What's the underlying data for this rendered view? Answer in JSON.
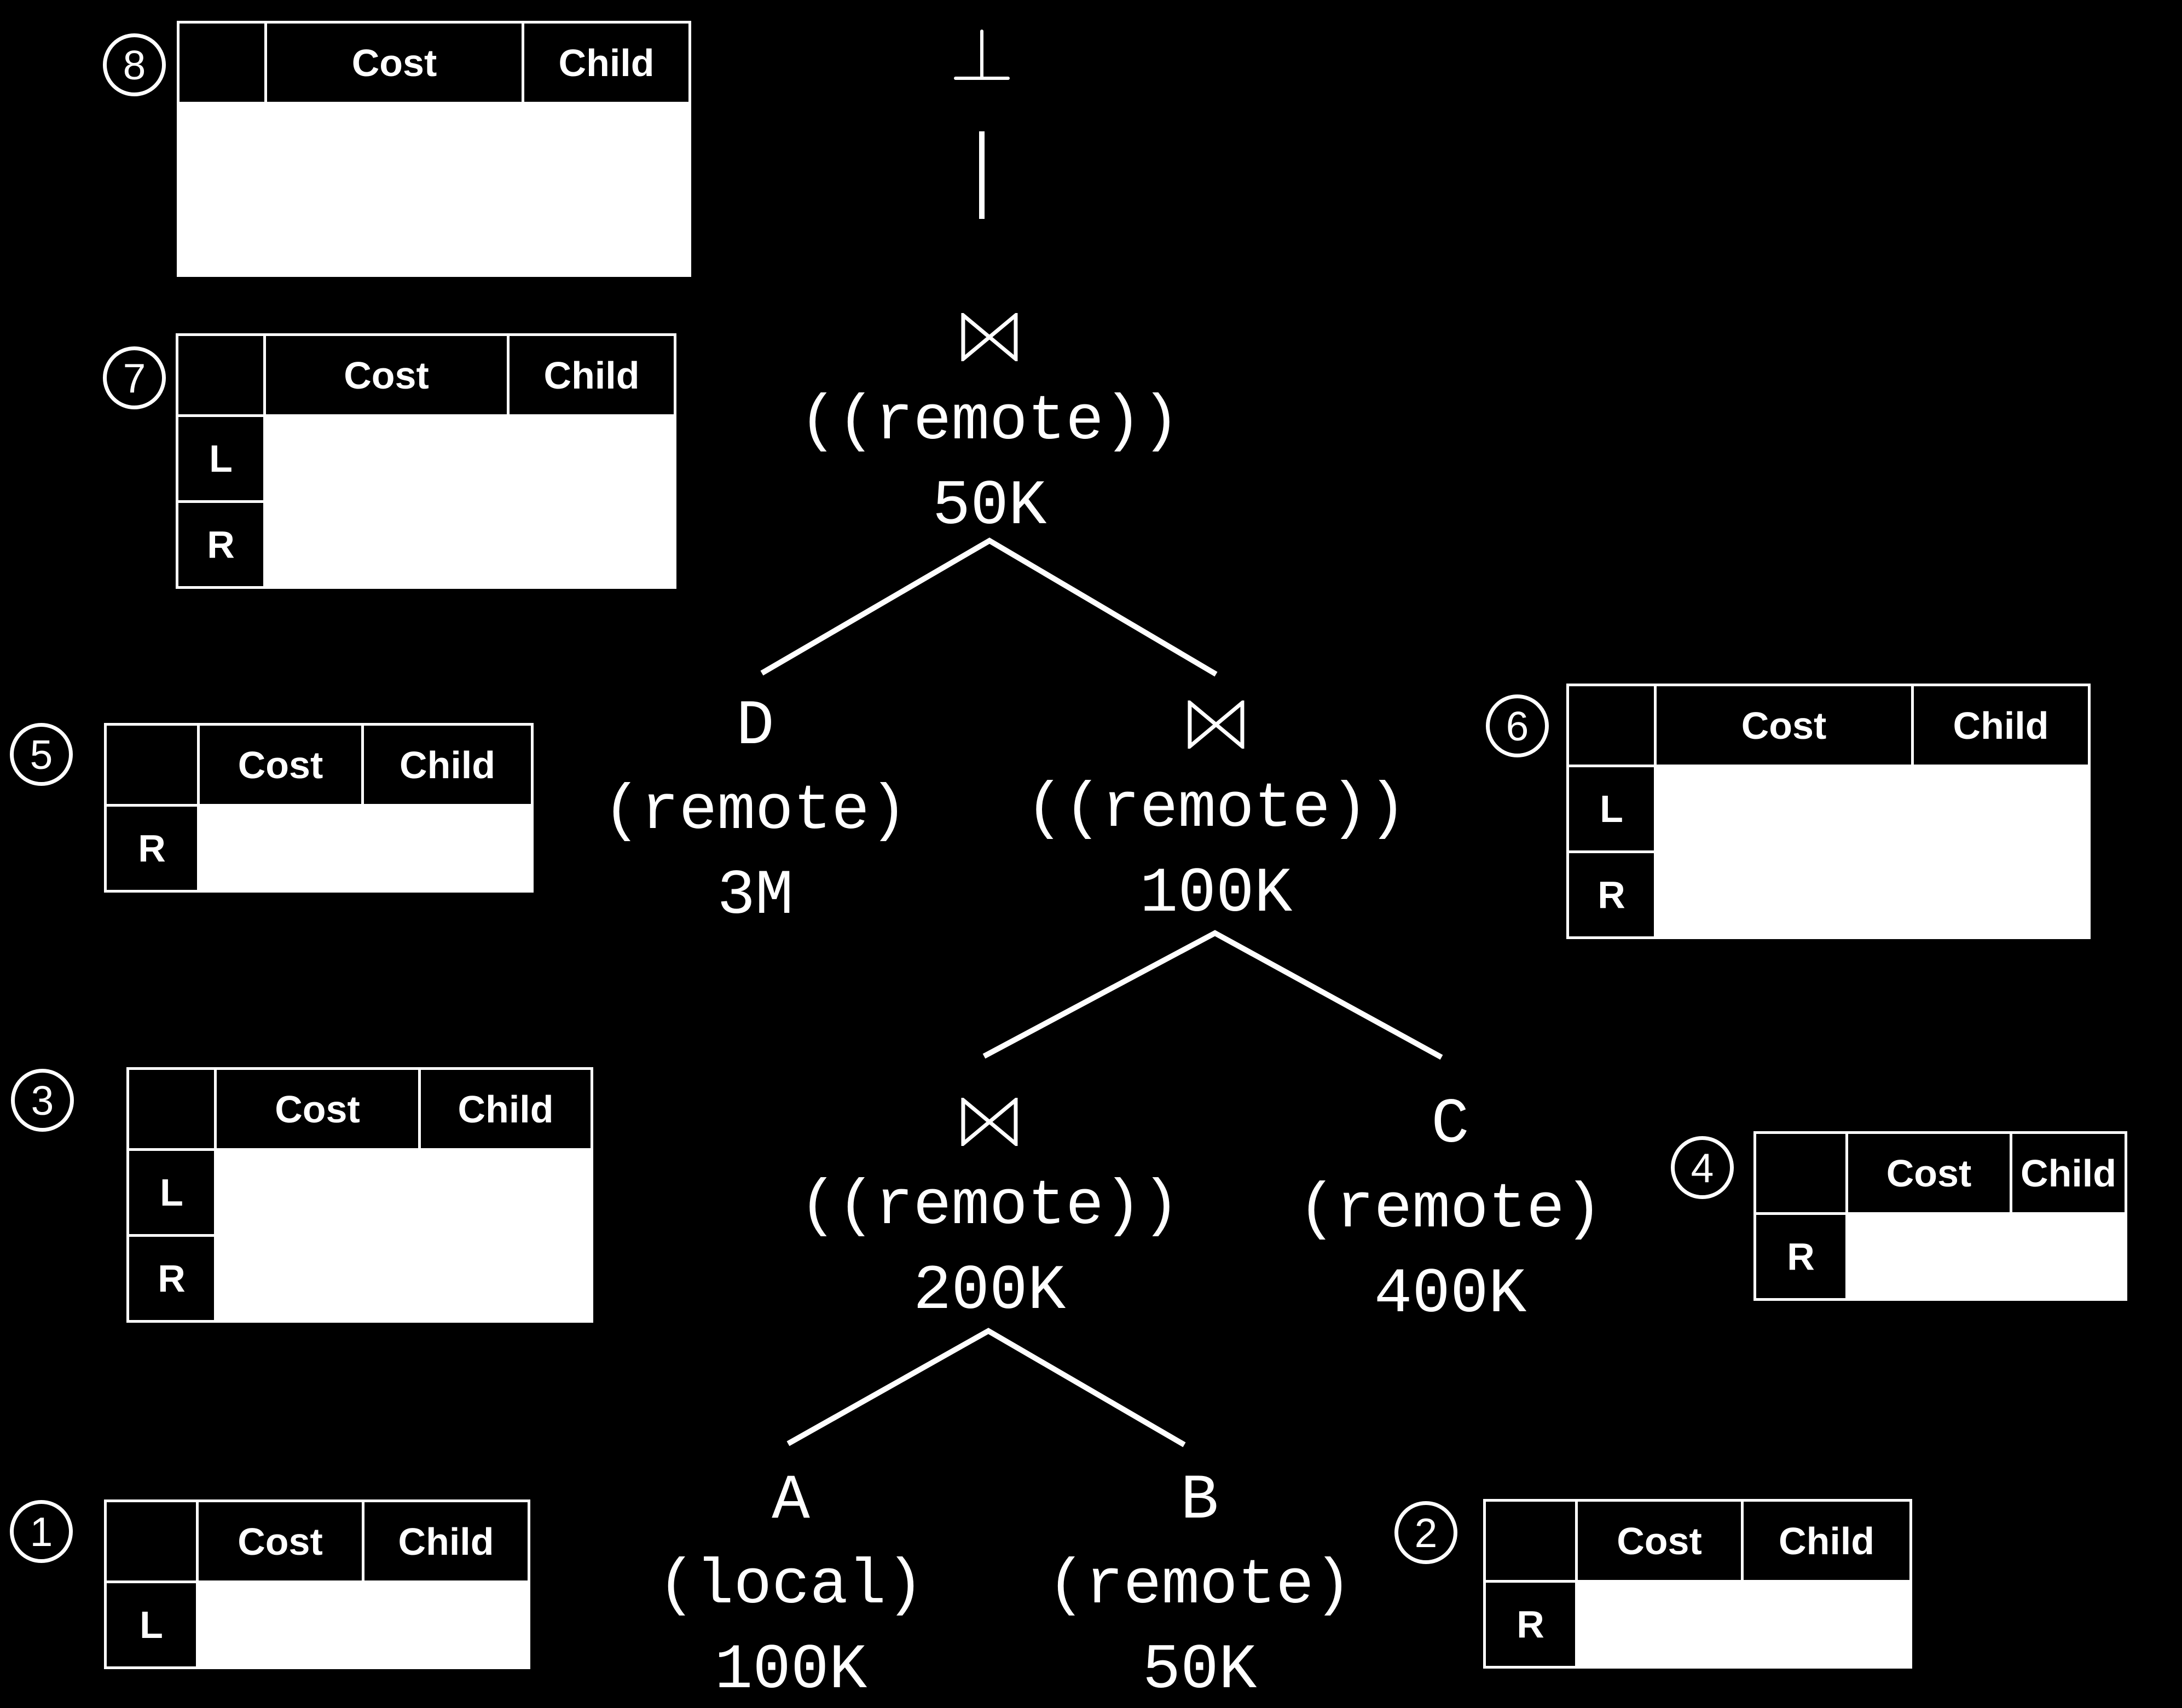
{
  "colors": {
    "background": "#000000",
    "foreground": "#ffffff"
  },
  "icons": {
    "join_icon": "⋈",
    "result_terminator_icon": "⊥"
  },
  "columns": {
    "cost": "Cost",
    "child": "Child"
  },
  "tables": [
    {
      "number": "1",
      "rows": [
        "L"
      ]
    },
    {
      "number": "2",
      "rows": [
        "R"
      ]
    },
    {
      "number": "3",
      "rows": [
        "L",
        "R"
      ]
    },
    {
      "number": "4",
      "rows": [
        "R"
      ]
    },
    {
      "number": "5",
      "rows": [
        "R"
      ]
    },
    {
      "number": "6",
      "rows": [
        "L",
        "R"
      ]
    },
    {
      "number": "7",
      "rows": [
        "L",
        "R"
      ]
    },
    {
      "number": "8",
      "rows": []
    }
  ],
  "tree": {
    "nodes": {
      "root_join": {
        "qualifier": "((remote))",
        "cost": "50K"
      },
      "join_dc": {
        "qualifier": "((remote))",
        "cost": "100K"
      },
      "join_ab": {
        "qualifier": "((remote))",
        "cost": "200K"
      },
      "leaf_d": {
        "label": "D",
        "qualifier": "(remote)",
        "cost": "3M"
      },
      "leaf_c": {
        "label": "C",
        "qualifier": "(remote)",
        "cost": "400K"
      },
      "leaf_a": {
        "label": "A",
        "qualifier": "(local)",
        "cost": "100K"
      },
      "leaf_b": {
        "label": "B",
        "qualifier": "(remote)",
        "cost": "50K"
      }
    }
  }
}
